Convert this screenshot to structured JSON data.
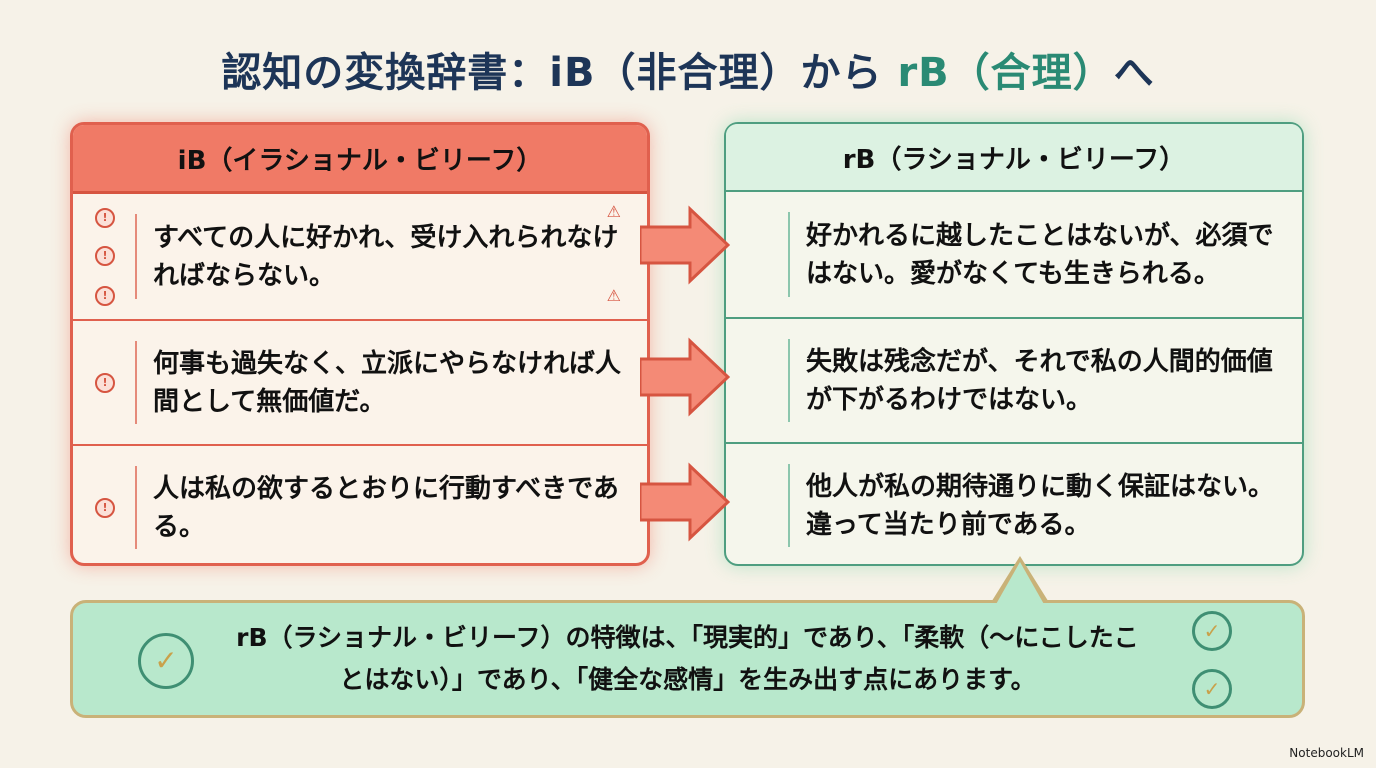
{
  "title": {
    "main": "認知の変換辞書：iB（非合理）から",
    "accent": "rB（合理）",
    "tail": "へ"
  },
  "left": {
    "header": "iB（イラショナル・ビリーフ）",
    "items": [
      "すべての人に好かれ、受け入れられなければならない。",
      "何事も過失なく、立派にやらなければ人間として無価値だ。",
      "人は私の欲するとおりに行動すべきである。"
    ]
  },
  "right": {
    "header": "rB（ラショナル・ビリーフ）",
    "items": [
      "好かれるに越したことはないが、必須ではない。愛がなくても生きられる。",
      "失敗は残念だが、それで私の人間的価値が下がるわけではない。",
      "他人が私の期待通りに動く保証はない。違って当たり前である。"
    ]
  },
  "callout": {
    "text": "rB（ラショナル・ビリーフ）の特徴は、「現実的」であり、「柔軟（〜にこしたことはない）」であり、「健全な感情」を生み出す点にあります。"
  },
  "brand": "NotebookLM",
  "colors": {
    "irrational": "#f07a66",
    "rational": "#4e9e80",
    "title": "#1d3557",
    "accent": "#2a8a74"
  }
}
